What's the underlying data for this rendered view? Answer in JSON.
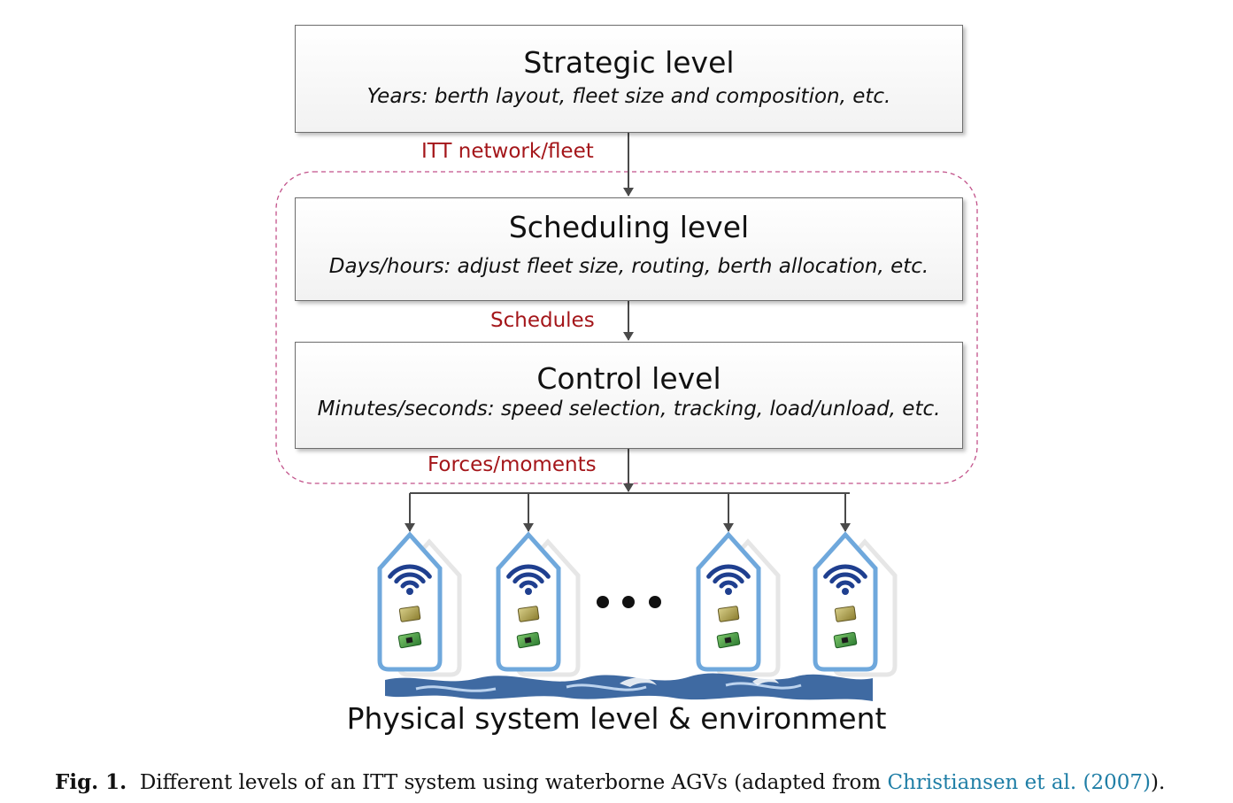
{
  "levels": {
    "strategic": {
      "title": "Strategic level",
      "subtitle": "Years: berth layout, fleet size and composition, etc."
    },
    "scheduling": {
      "title": "Scheduling level",
      "subtitle": "Days/hours: adjust fleet size, routing, berth allocation, etc."
    },
    "control": {
      "title": "Control level",
      "subtitle": "Minutes/seconds: speed selection, tracking, load/unload, etc."
    }
  },
  "flows": {
    "strategic_to_scheduling": "ITT network/fleet",
    "scheduling_to_control": "Schedules",
    "control_to_physical": "Forces/moments"
  },
  "physical": {
    "label": "Physical system level & environment",
    "vessel_count_shown": 4,
    "ellipsis": "..."
  },
  "caption": {
    "fig": "Fig. 1.",
    "text": "Different levels of an ITT system using waterborne AGVs (adapted from ",
    "ref": "Christiansen et al. (2007)",
    "end": ")."
  },
  "colors": {
    "flow_label": "#a4161a",
    "dashed_region": "#c2528a",
    "vessel_outline": "#6fa8dc",
    "wifi": "#1f3f8f",
    "water": "#2f5d9a",
    "reference_link": "#1f7ea6"
  }
}
